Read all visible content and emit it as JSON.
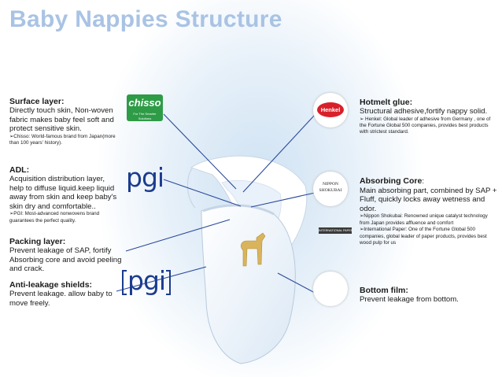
{
  "title": "Baby Nappies Structure",
  "left": {
    "surface": {
      "heading": "Surface layer:",
      "body": "Directly touch skin, Non-woven fabric makes baby feel soft and protect sensitive skin.",
      "note": "➢Chisso: World-famous brand from Japan(more than 100 years' history)."
    },
    "adl": {
      "heading": "ADL:",
      "body": "Acquisition distribution layer, help to diffuse liquid.keep liquid away from skin and keep baby's skin dry and comfortable..",
      "note": "➢PGI: Most-advanced nonwovens brand guarantees the perfect quality."
    },
    "packing": {
      "heading": "Packing layer:",
      "body": "Prevent leakage of SAP, fortify Absorbing core and avoid peeling and crack."
    },
    "anti": {
      "heading": "Anti-leakage shields:",
      "body": "Prevent leakage. allow baby to move freely."
    }
  },
  "right": {
    "hotmelt": {
      "heading": "Hotmelt glue:",
      "body": "Structural adhesive,fortify nappy solid.",
      "note": "➢ Henkel: Global leader of adhesive from Germany , one of the Fortune Global 500 companies, provides best products with strictest standard."
    },
    "absorb": {
      "heading": "Absorbing Core",
      "heading_suffix": ":",
      "body": "Main absorbing part, combined by SAP + Fluff, quickly locks away wetness and odor.",
      "note1": "➢Nippon Shokubai: Renowned unique catalyst technology from Japan provides affluence and comfort",
      "note2": "➢International Paper: One of the Fortune Global 500 companies, global leader of paper products, provides best wood pulp for us"
    },
    "bottom": {
      "heading": "Bottom film:",
      "body": "Prevent leakage from bottom."
    }
  },
  "logos": {
    "chisso": "chisso",
    "chisso_tagline": "For The Smarter Solutions",
    "pgi": "pgi",
    "henkel": "Henkel",
    "nippon_line1": "NIPPON",
    "nippon_line2": "SHOKUBAI",
    "international_paper": "INTERNATIONAL PAPER"
  },
  "colors": {
    "title": "#a9c3e4",
    "line": "#2a4a9a",
    "chisso_green": "#2e9b47",
    "pgi_blue": "#1b3c8e",
    "henkel_red": "#d9202a"
  }
}
